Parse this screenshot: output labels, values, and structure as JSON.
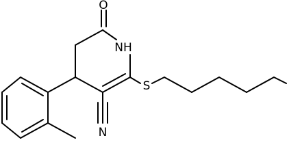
{
  "molecule": {
    "atoms": {
      "oxygen": "O",
      "nitrogen_hydrogen": "NH",
      "sulfur": "S",
      "nitrile_nitrogen": "N"
    },
    "colors": {
      "bond": "#000000",
      "label": "#000000",
      "background": "#ffffff"
    }
  }
}
